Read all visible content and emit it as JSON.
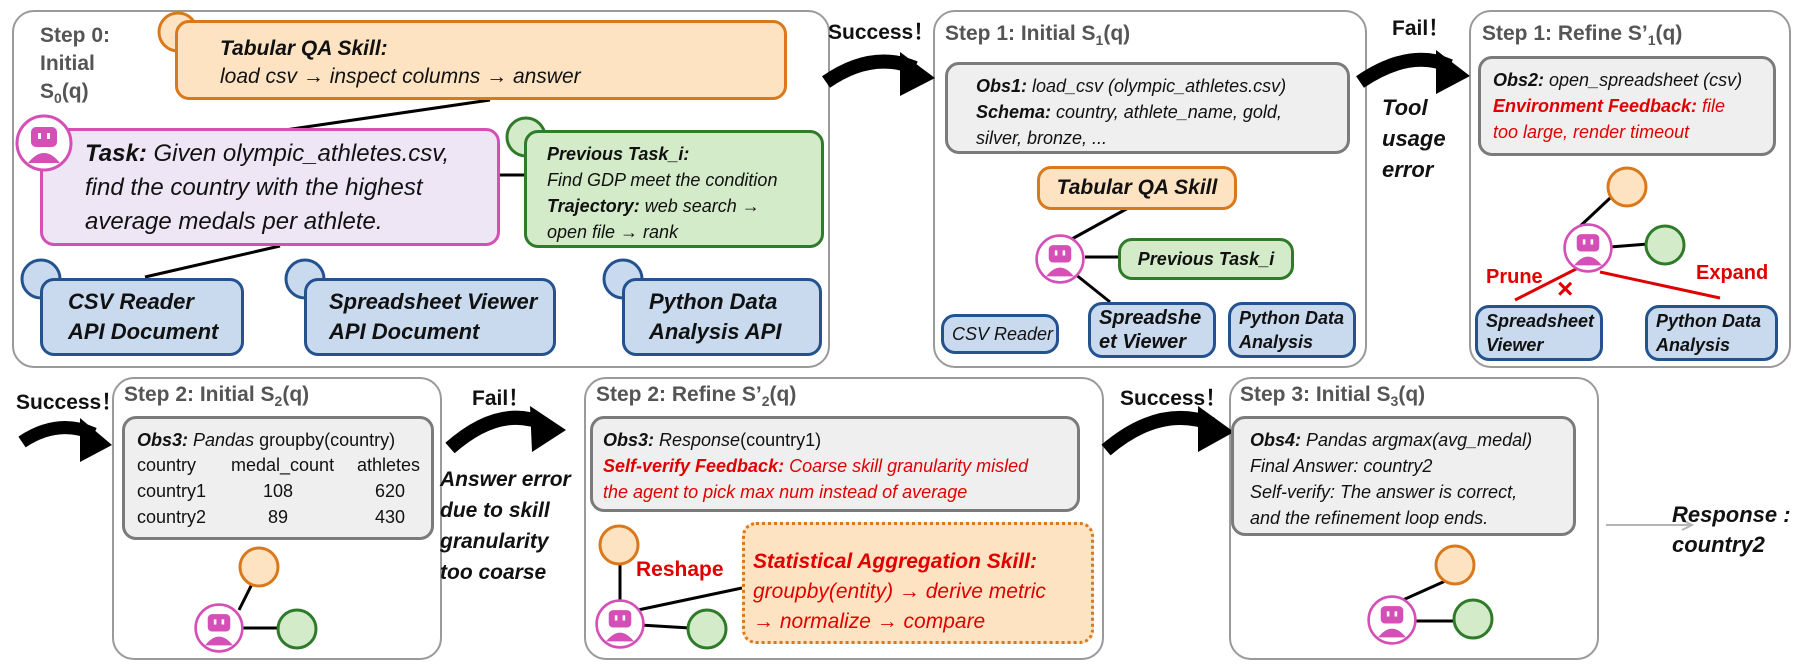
{
  "step0": {
    "title_lines": [
      "Step 0:",
      "Initial"
    ],
    "title_sym": "S",
    "title_sub": "0",
    "title_arg": "(q)",
    "skill": {
      "name": "Tabular QA Skill:",
      "flow": "load csv → inspect columns → answer"
    },
    "task": {
      "label": "Task:",
      "lines": [
        " Given olympic_athletes.csv,",
        "find the country with the highest",
        "average medals per athlete."
      ]
    },
    "previous": {
      "label": "Previous Task_i:",
      "line1": "Find GDP meet the condition",
      "traj_label": "Trajectory:",
      "traj1": " web search →",
      "traj2": "open file →  rank"
    },
    "apis": [
      {
        "lines": [
          "CSV Reader",
          "API Document"
        ]
      },
      {
        "lines": [
          "Spreadsheet Viewer",
          "API Document"
        ]
      },
      {
        "lines": [
          "Python Data",
          "Analysis API"
        ]
      }
    ]
  },
  "step1": {
    "title": "Step 1: Initial S",
    "sub": "1",
    "arg": "(q)",
    "obs_label": "Obs1:",
    "obs_text": "  load_csv (olympic_athletes.csv)",
    "schema_label": "Schema:",
    "schema_text": " country, athlete_name, gold,",
    "schema_text2": "silver, bronze, ...",
    "skill": "Tabular QA Skill",
    "previous": "Previous Task_i",
    "apis": [
      "CSV Reader",
      "Spreadshe\net Viewer",
      "Python Data\nAnalysis"
    ]
  },
  "step1r": {
    "title": "Step 1: Refine S’",
    "sub": "1",
    "arg": "(q)",
    "obs_label": "Obs2:",
    "obs_text": " open_spreadsheet (csv)",
    "fb_label": "Environment Feedback:",
    "fb_text": " file",
    "fb_text2": "too large, render timeout",
    "prune": "Prune",
    "expand": "Expand",
    "apis": [
      "Spreadsheet\nViewer",
      "Python Data\nAnalysis"
    ]
  },
  "step2": {
    "title": "Step 2: Initial S",
    "sub": "2",
    "arg": "(q)",
    "obs_label": "Obs3:",
    "obs_pre": "  Pandas ",
    "obs_text": "groupby(country)",
    "table": {
      "headers": [
        "country",
        "medal_count",
        "athletes"
      ],
      "rows": [
        [
          "country1",
          "108",
          "620"
        ],
        [
          "country2",
          "89",
          "430"
        ]
      ]
    }
  },
  "step2r": {
    "title": "Step 2: Refine S’",
    "sub": "2",
    "arg": "(q)",
    "obs_label": "Obs3:",
    "obs_pre": "  Response",
    "obs_text": "(country1)",
    "fb_label": "Self-verify Feedback:",
    "fb_text": " Coarse skill granularity misled",
    "fb_text2": "the agent to pick max num instead of average",
    "reshape": "Reshape",
    "skill_name": "Statistical Aggregation Skill:",
    "skill_line1": "groupby(entity) → derive metric",
    "skill_line2": "→ normalize → compare"
  },
  "step3": {
    "title": "Step 3: Initial S",
    "sub": "3",
    "arg": "(q)",
    "obs_label": "Obs4:",
    "obs_text": "  Pandas argmax(avg_medal)",
    "line2": "Final Answer: country2",
    "line3": "Self-verify: The answer is correct,",
    "line4": "and the refinement loop ends."
  },
  "transitions": {
    "success1": "Success！",
    "fail1": "Fail！",
    "fail1_reason": [
      "Tool",
      "usage",
      "error"
    ],
    "success2": "Success！",
    "fail2": "Fail！",
    "fail2_reason": [
      "Answer error",
      "due to skill",
      "granularity",
      "too coarse"
    ],
    "success3": "Success！"
  },
  "response": [
    "Response :",
    "country2"
  ],
  "colors": {
    "skill_orange": "#d9791c",
    "task_pink": "#d44fb6",
    "prev_green": "#2f7b2a",
    "api_blue": "#24528e",
    "feedback_red": "#e00000",
    "panel_grey": "#9a9a9a"
  },
  "icons": [
    "agent-robot-icon",
    "skill-node-icon",
    "memory-node-icon",
    "tool-node-icon",
    "success-arrow-icon",
    "fail-arrow-icon",
    "prune-cross-icon"
  ]
}
